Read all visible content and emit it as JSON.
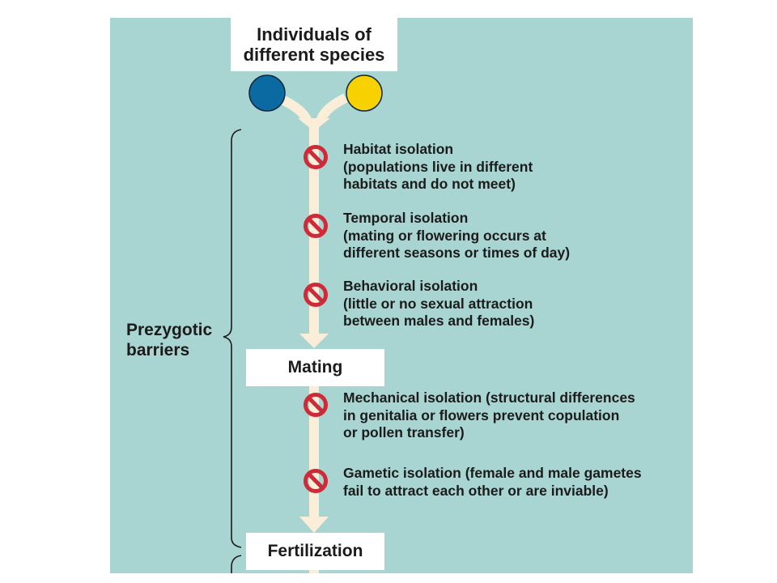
{
  "title_box": {
    "line1": "Individuals of",
    "line2": "different species"
  },
  "species_colors": {
    "species_a": "#0b6aa2",
    "species_b": "#f7d200"
  },
  "colors": {
    "background": "#a8d5d2",
    "arrow": "#fbeed9",
    "stop_icon": "#cf2a37"
  },
  "side_label": {
    "line1": "Prezygotic",
    "line2": "barriers"
  },
  "barriers": [
    {
      "lines": [
        "Habitat isolation",
        "(populations live in different",
        "habitats and do not meet)"
      ]
    },
    {
      "lines": [
        "Temporal isolation",
        "(mating or flowering occurs at",
        "different seasons or times of day)"
      ]
    },
    {
      "lines": [
        "Behavioral isolation",
        "(little or no sexual attraction",
        "between males and females)"
      ]
    },
    {
      "lines": [
        "Mechanical isolation (structural differences",
        "in genitalia or flowers prevent copulation",
        "or pollen transfer)"
      ]
    },
    {
      "lines": [
        "Gametic isolation (female and male gametes",
        "fail to attract each other or are inviable)"
      ]
    }
  ],
  "stages": {
    "mating": "Mating",
    "fertilization": "Fertilization"
  }
}
